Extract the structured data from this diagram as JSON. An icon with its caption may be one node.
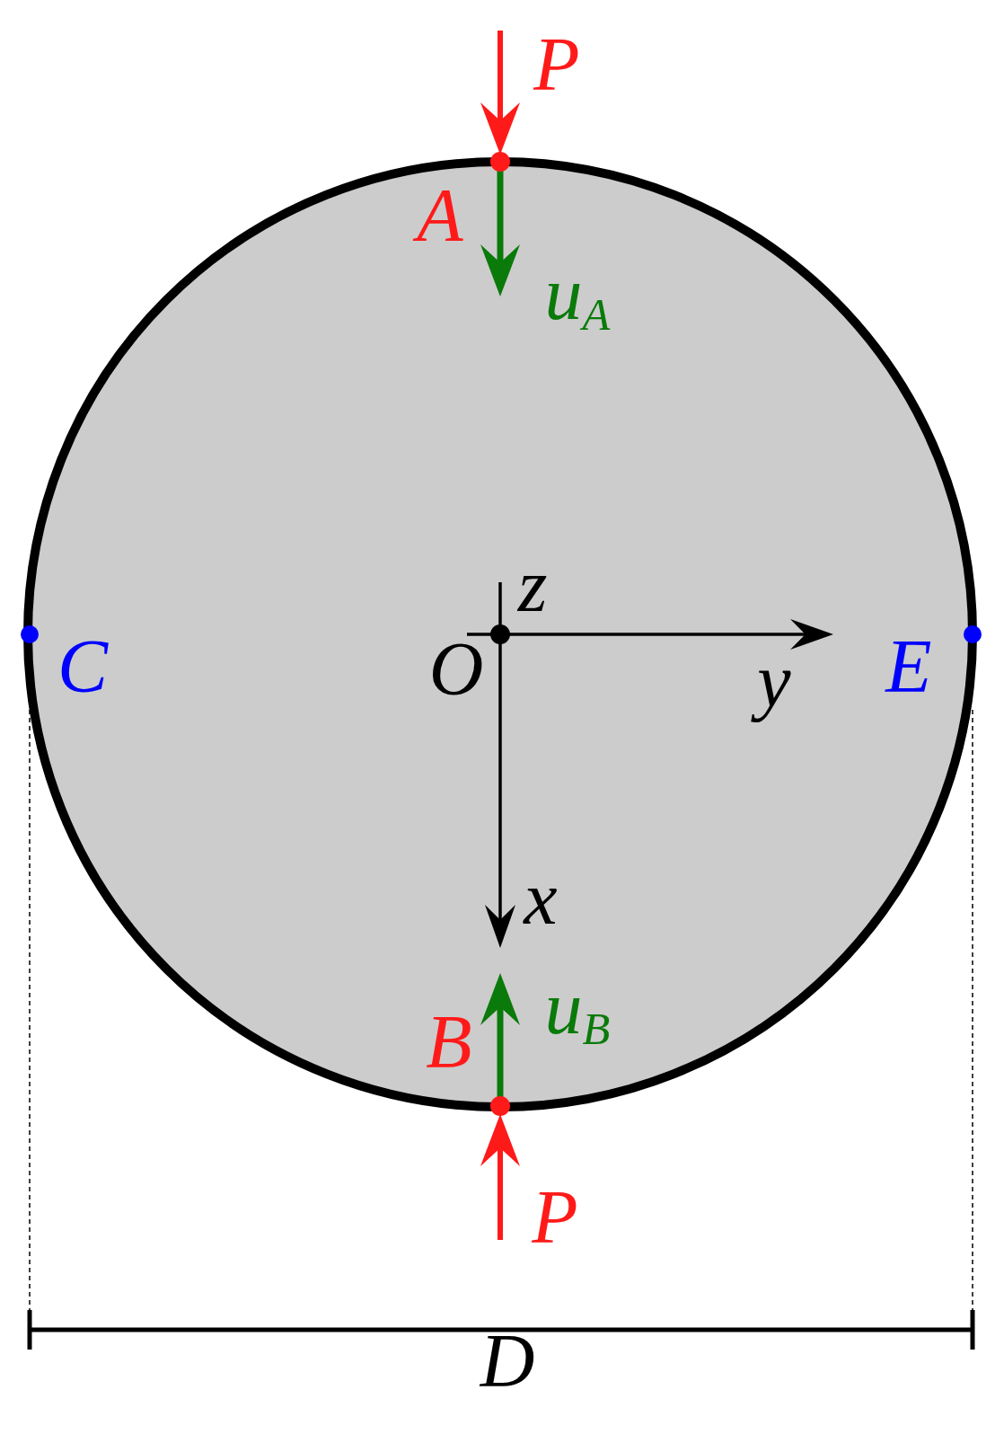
{
  "diagram": {
    "labels": [
      "P",
      "A",
      "u$_{A}$",
      "z",
      "O",
      "y",
      "C",
      "E",
      "x",
      "u$_{B}$",
      "B",
      "P",
      "D"
    ]
  }
}
